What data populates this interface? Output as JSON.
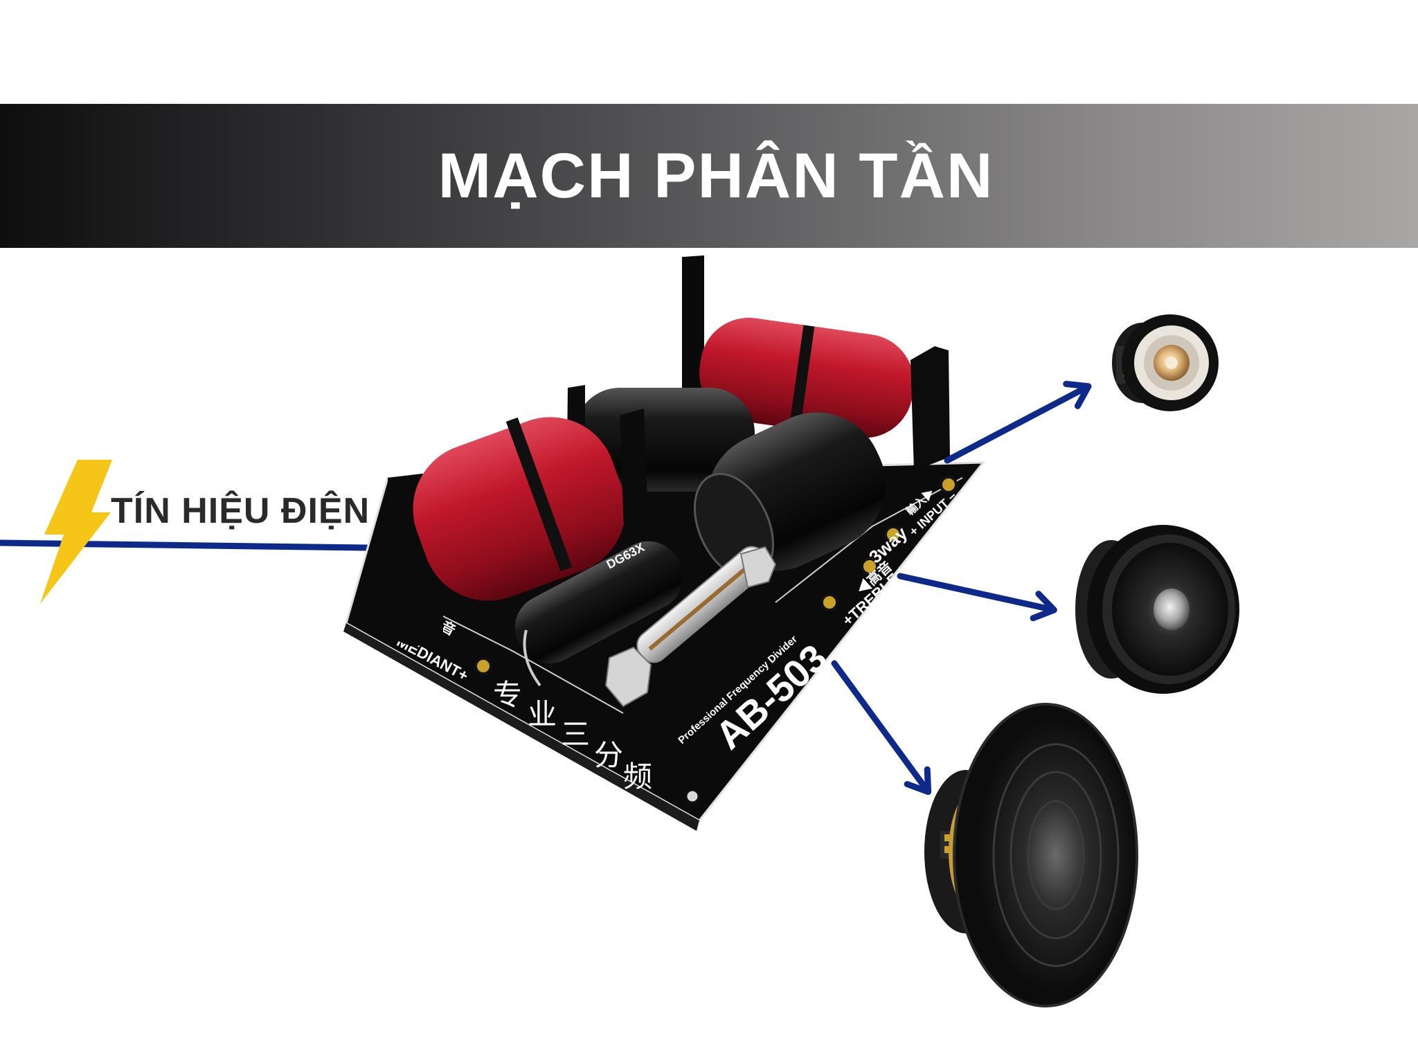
{
  "header": {
    "title": "MẠCH PHÂN TẦN"
  },
  "input": {
    "label": "TÍN HIỆU ĐIỆN"
  },
  "board": {
    "model": "AB-503",
    "subtitle": "Professional Frequency Divider",
    "treble_label": "+TREBLE−",
    "treble_cn": "◀高音",
    "mediant_label": "−MEDIANT+",
    "mediant_cn": "◀中音",
    "input_label": "+ INPUT −",
    "input_cn": "輸入▶",
    "way": "3way",
    "cn_title": [
      "专",
      "业",
      "三",
      "分",
      "频"
    ],
    "cap_label": "DG63X"
  },
  "colors": {
    "arrow": "#0d2a8a",
    "bolt": "#f5c518",
    "coil": "#c0182a",
    "board": "#0b0b0c",
    "pad": "#c9a227"
  },
  "outputs": [
    {
      "icon": "tweeter-speaker-icon"
    },
    {
      "icon": "midrange-speaker-icon"
    },
    {
      "icon": "woofer-speaker-icon"
    }
  ]
}
